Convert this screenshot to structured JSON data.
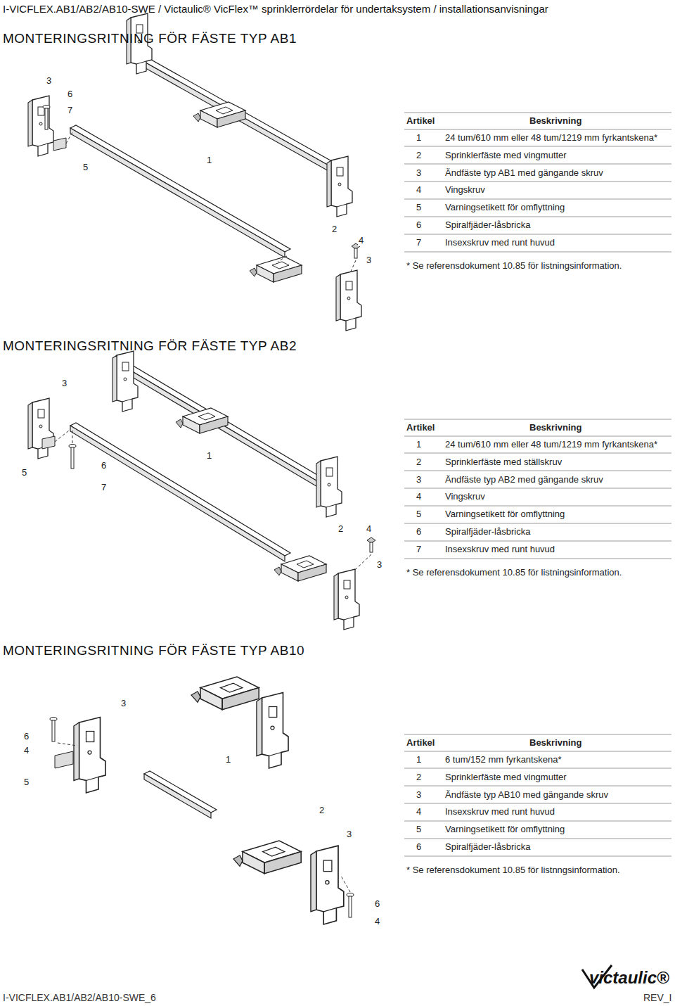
{
  "diagram": {
    "title": "I-VICFLEX.AB1/AB2/AB10-SWE / Victaulic® VicFlex™ sprinklerrördelar för undertaksystem / installationsanvisningar",
    "labels": [
      "MONTERINGSRITNING FÖR FÄSTE TYP AB1",
      "3",
      "6",
      "7",
      "5",
      "1",
      "2",
      "4",
      "3",
      "Artikel",
      "Beskrivning",
      "1",
      "24 tum/610 mm eller 48 tum/1219 mm fyrkantskena*",
      "2",
      "Sprinklerfäste med vingmutter",
      "3",
      "Ändfäste typ AB1 med gängande skruv",
      "4",
      "Vingskruv",
      "5",
      "Varningsetikett för omflyttning",
      "6",
      "Spiralfjäder-låsbricka",
      "7",
      "Insexskruv med runt huvud",
      "* Se referensdokument 10.85 för listningsinformation.",
      "MONTERINGSRITNING FÖR FÄSTE TYP AB2",
      "3",
      "5",
      "6",
      "7",
      "1",
      "2",
      "4",
      "3",
      "Artikel",
      "Beskrivning",
      "1",
      "24 tum/610 mm eller 48 tum/1219 mm fyrkantskena*",
      "2",
      "Sprinklerfäste med ställskruv",
      "3",
      "Ändfäste typ AB2 med gängande skruv",
      "4",
      "Vingskruv",
      "5",
      "Varningsetikett för omflyttning",
      "6",
      "Spiralfjäder-låsbricka",
      "7",
      "Insexskruv med runt huvud",
      "* Se referensdokument 10.85 för listningsinformation.",
      "MONTERINGSRITNING FÖR FÄSTE TYP AB10",
      "3",
      "6",
      "4",
      "5",
      "1",
      "2",
      "3",
      "6",
      "4",
      "Artikel",
      "Beskrivning",
      "1",
      "6 tum/152 mm fyrkantskena*",
      "2",
      "Sprinklerfäste med vingmutter",
      "3",
      "Ändfäste typ AB10 med gängande skruv",
      "4",
      "Insexskruv med runt huvud",
      "5",
      "Varningsetikett för omflyttning",
      "6",
      "Spiralfjäder-låsbricka",
      "* Se referensdokument 10.85 för listnngsinformation.",
      "victaulic®",
      "I-VICFLEX.AB1/AB2/AB10-SWE_6",
      "REV_I"
    ]
  }
}
